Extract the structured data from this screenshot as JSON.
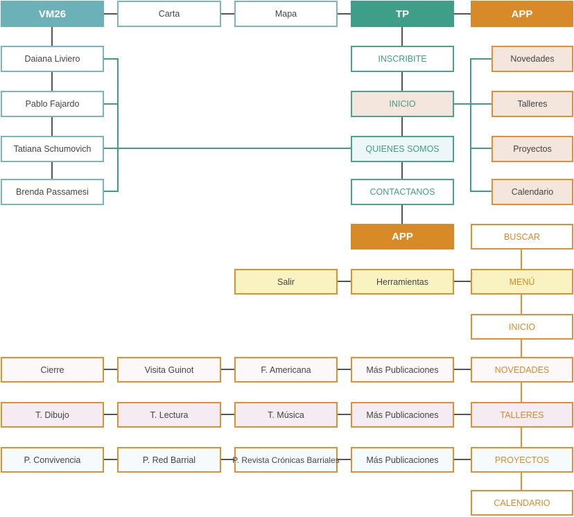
{
  "colors": {
    "vm": "#6cb0b8",
    "tp": "#3f9e87",
    "app": "#d98a28",
    "connector_gray": "#555555",
    "connector_green": "#3f9e87",
    "connector_orange": "#e0902f"
  },
  "top_row": {
    "vm26": "VM26",
    "carta": "Carta",
    "mapa": "Mapa",
    "tp": "TP",
    "app": "APP"
  },
  "vm_members": [
    "Daiana Liviero",
    "Pablo Fajardo",
    "Tatiana Schumovich",
    "Brenda Passamesi"
  ],
  "tp_sections": [
    "INSCRIBITE",
    "INICIO",
    "QUIENES SOMOS",
    "CONTACTANOS"
  ],
  "app_side": [
    "Novedades",
    "Talleres",
    "Proyectos",
    "Calendario"
  ],
  "app_main": {
    "title": "APP",
    "buscar": "BUSCAR",
    "menu": "MENÚ",
    "herramientas": "Herramientas",
    "salir": "Salir",
    "inicio": "INICIO",
    "novedades": "NOVEDADES",
    "talleres": "TALLERES",
    "proyectos": "PROYECTOS",
    "calendario": "CALENDARIO"
  },
  "novedades_row": [
    "Más Publicaciones",
    "F. Americana",
    "Visita Guinot",
    "Cierre"
  ],
  "talleres_row": [
    "Más Publicaciones",
    "T. Música",
    "T. Lectura",
    "T. Dibujo"
  ],
  "proyectos_row": [
    "Más Publicaciones",
    "P. Revista Crónicas Barriales",
    "P. Red Barrial",
    "P. Convivencia"
  ]
}
